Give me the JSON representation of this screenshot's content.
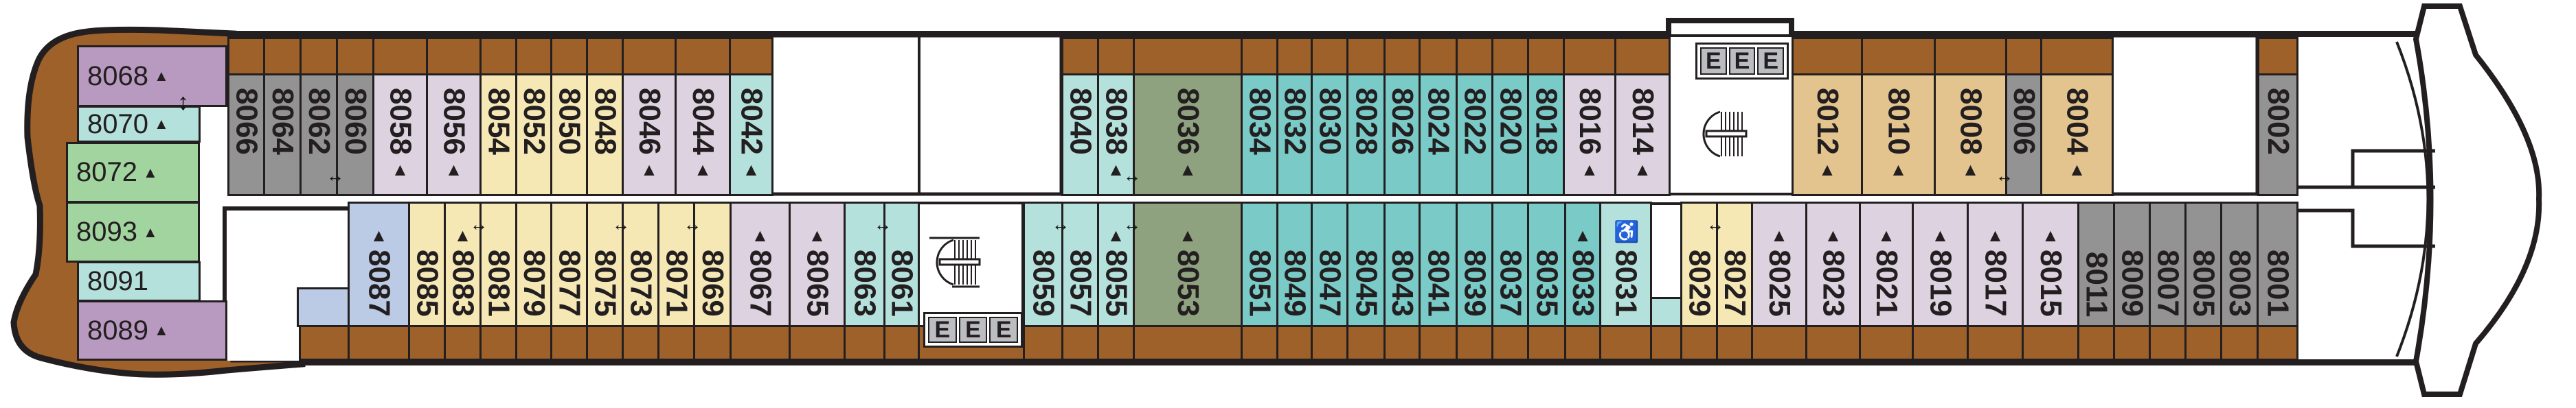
{
  "deck": {
    "stern_cabins": [
      {
        "number": "8068",
        "arrow": "▲",
        "category": "purple"
      },
      {
        "number": "8070",
        "arrow": "▲",
        "category": "mint"
      },
      {
        "number": "8072",
        "arrow": "▲",
        "category": "lightgreen"
      },
      {
        "number": "8093",
        "arrow": "▲",
        "category": "lightgreen"
      },
      {
        "number": "8091",
        "arrow": "",
        "category": "mint"
      },
      {
        "number": "8089",
        "arrow": "▲",
        "category": "purple"
      }
    ],
    "top_cabins": [
      {
        "number": "8066",
        "arrow": "",
        "category": "gray"
      },
      {
        "number": "8064",
        "arrow": "",
        "category": "gray"
      },
      {
        "number": "8062",
        "arrow": "",
        "category": "gray"
      },
      {
        "number": "8060",
        "arrow": "",
        "category": "gray"
      },
      {
        "number": "8058",
        "arrow": "▲",
        "category": "lavender"
      },
      {
        "number": "8056",
        "arrow": "▲",
        "category": "lavender"
      },
      {
        "number": "8054",
        "arrow": "",
        "category": "yellow"
      },
      {
        "number": "8052",
        "arrow": "",
        "category": "yellow"
      },
      {
        "number": "8050",
        "arrow": "",
        "category": "yellow"
      },
      {
        "number": "8048",
        "arrow": "",
        "category": "yellow"
      },
      {
        "number": "8046",
        "arrow": "▲",
        "category": "lavender"
      },
      {
        "number": "8044",
        "arrow": "▲",
        "category": "lavender"
      },
      {
        "number": "8042",
        "arrow": "▲",
        "category": "mint"
      },
      {
        "number": "8040",
        "arrow": "",
        "category": "mint"
      },
      {
        "number": "8038",
        "arrow": "▲",
        "category": "mint"
      },
      {
        "number": "8036",
        "arrow": "▲",
        "category": "green"
      },
      {
        "number": "8034",
        "arrow": "",
        "category": "teal"
      },
      {
        "number": "8032",
        "arrow": "",
        "category": "teal"
      },
      {
        "number": "8030",
        "arrow": "",
        "category": "teal"
      },
      {
        "number": "8028",
        "arrow": "",
        "category": "teal"
      },
      {
        "number": "8026",
        "arrow": "",
        "category": "teal"
      },
      {
        "number": "8024",
        "arrow": "",
        "category": "teal"
      },
      {
        "number": "8022",
        "arrow": "",
        "category": "teal"
      },
      {
        "number": "8020",
        "arrow": "",
        "category": "teal"
      },
      {
        "number": "8018",
        "arrow": "",
        "category": "teal"
      },
      {
        "number": "8016",
        "arrow": "▲",
        "category": "lavender"
      },
      {
        "number": "8014",
        "arrow": "▲",
        "category": "lavender"
      },
      {
        "number": "8012",
        "arrow": "▲",
        "category": "tan"
      },
      {
        "number": "8010",
        "arrow": "▲",
        "category": "tan"
      },
      {
        "number": "8008",
        "arrow": "▲",
        "category": "tan"
      },
      {
        "number": "8006",
        "arrow": "",
        "category": "gray"
      },
      {
        "number": "8004",
        "arrow": "▲",
        "category": "tan"
      },
      {
        "number": "8002",
        "arrow": "",
        "category": "gray"
      }
    ],
    "bottom_cabins": [
      {
        "number": "8087",
        "arrow": "▲",
        "category": "blue"
      },
      {
        "number": "8085",
        "arrow": "",
        "category": "yellow"
      },
      {
        "number": "8083",
        "arrow": "▲",
        "category": "yellow"
      },
      {
        "number": "8081",
        "arrow": "",
        "category": "yellow"
      },
      {
        "number": "8079",
        "arrow": "",
        "category": "yellow"
      },
      {
        "number": "8077",
        "arrow": "",
        "category": "yellow"
      },
      {
        "number": "8075",
        "arrow": "",
        "category": "yellow"
      },
      {
        "number": "8073",
        "arrow": "",
        "category": "yellow"
      },
      {
        "number": "8071",
        "arrow": "",
        "category": "yellow"
      },
      {
        "number": "8069",
        "arrow": "",
        "category": "yellow"
      },
      {
        "number": "8067",
        "arrow": "▲",
        "category": "lavender"
      },
      {
        "number": "8065",
        "arrow": "▲",
        "category": "lavender"
      },
      {
        "number": "8063",
        "arrow": "",
        "category": "mint"
      },
      {
        "number": "8061",
        "arrow": "",
        "category": "mint"
      },
      {
        "number": "8059",
        "arrow": "",
        "category": "mint"
      },
      {
        "number": "8057",
        "arrow": "",
        "category": "mint"
      },
      {
        "number": "8055",
        "arrow": "▲",
        "category": "mint"
      },
      {
        "number": "8053",
        "arrow": "▲",
        "category": "green"
      },
      {
        "number": "8051",
        "arrow": "",
        "category": "teal"
      },
      {
        "number": "8049",
        "arrow": "",
        "category": "teal"
      },
      {
        "number": "8047",
        "arrow": "",
        "category": "teal"
      },
      {
        "number": "8045",
        "arrow": "",
        "category": "teal"
      },
      {
        "number": "8043",
        "arrow": "",
        "category": "teal"
      },
      {
        "number": "8041",
        "arrow": "",
        "category": "teal"
      },
      {
        "number": "8039",
        "arrow": "",
        "category": "teal"
      },
      {
        "number": "8037",
        "arrow": "",
        "category": "teal"
      },
      {
        "number": "8035",
        "arrow": "",
        "category": "teal"
      },
      {
        "number": "8033",
        "arrow": "▲",
        "category": "teal"
      },
      {
        "number": "8031",
        "arrow": "",
        "category": "mint",
        "accessible": true
      },
      {
        "number": "8029",
        "arrow": "",
        "category": "yellow"
      },
      {
        "number": "8027",
        "arrow": "",
        "category": "yellow"
      },
      {
        "number": "8025",
        "arrow": "▲",
        "category": "lavender"
      },
      {
        "number": "8023",
        "arrow": "▲",
        "category": "lavender"
      },
      {
        "number": "8021",
        "arrow": "▲",
        "category": "lavender"
      },
      {
        "number": "8019",
        "arrow": "▲",
        "category": "lavender"
      },
      {
        "number": "8017",
        "arrow": "▲",
        "category": "lavender"
      },
      {
        "number": "8015",
        "arrow": "▲",
        "category": "lavender"
      },
      {
        "number": "8011",
        "arrow": "",
        "category": "gray"
      },
      {
        "number": "8009",
        "arrow": "",
        "category": "gray"
      },
      {
        "number": "8007",
        "arrow": "",
        "category": "gray"
      },
      {
        "number": "8005",
        "arrow": "",
        "category": "gray"
      },
      {
        "number": "8003",
        "arrow": "",
        "category": "gray"
      },
      {
        "number": "8001",
        "arrow": "",
        "category": "gray"
      }
    ]
  },
  "elevators": {
    "top": [
      "E",
      "E",
      "E"
    ],
    "bottom": [
      "E",
      "E",
      "E"
    ]
  },
  "icons": {
    "accessible": "♿",
    "connecting": "↔",
    "connecting_vertical": "↕"
  },
  "colors": {
    "balcony": "#9E6129",
    "outline": "#231F20",
    "gray": "#939393",
    "lavender": "#DDD3E0",
    "yellow": "#F6E8B5",
    "mint": "#B5E1DC",
    "teal": "#7ACBC8",
    "green": "#8FA27F",
    "tan": "#E4C48E",
    "purple": "#B899C0",
    "lightgreen": "#A2D4A0",
    "blue": "#BBCBE6"
  }
}
